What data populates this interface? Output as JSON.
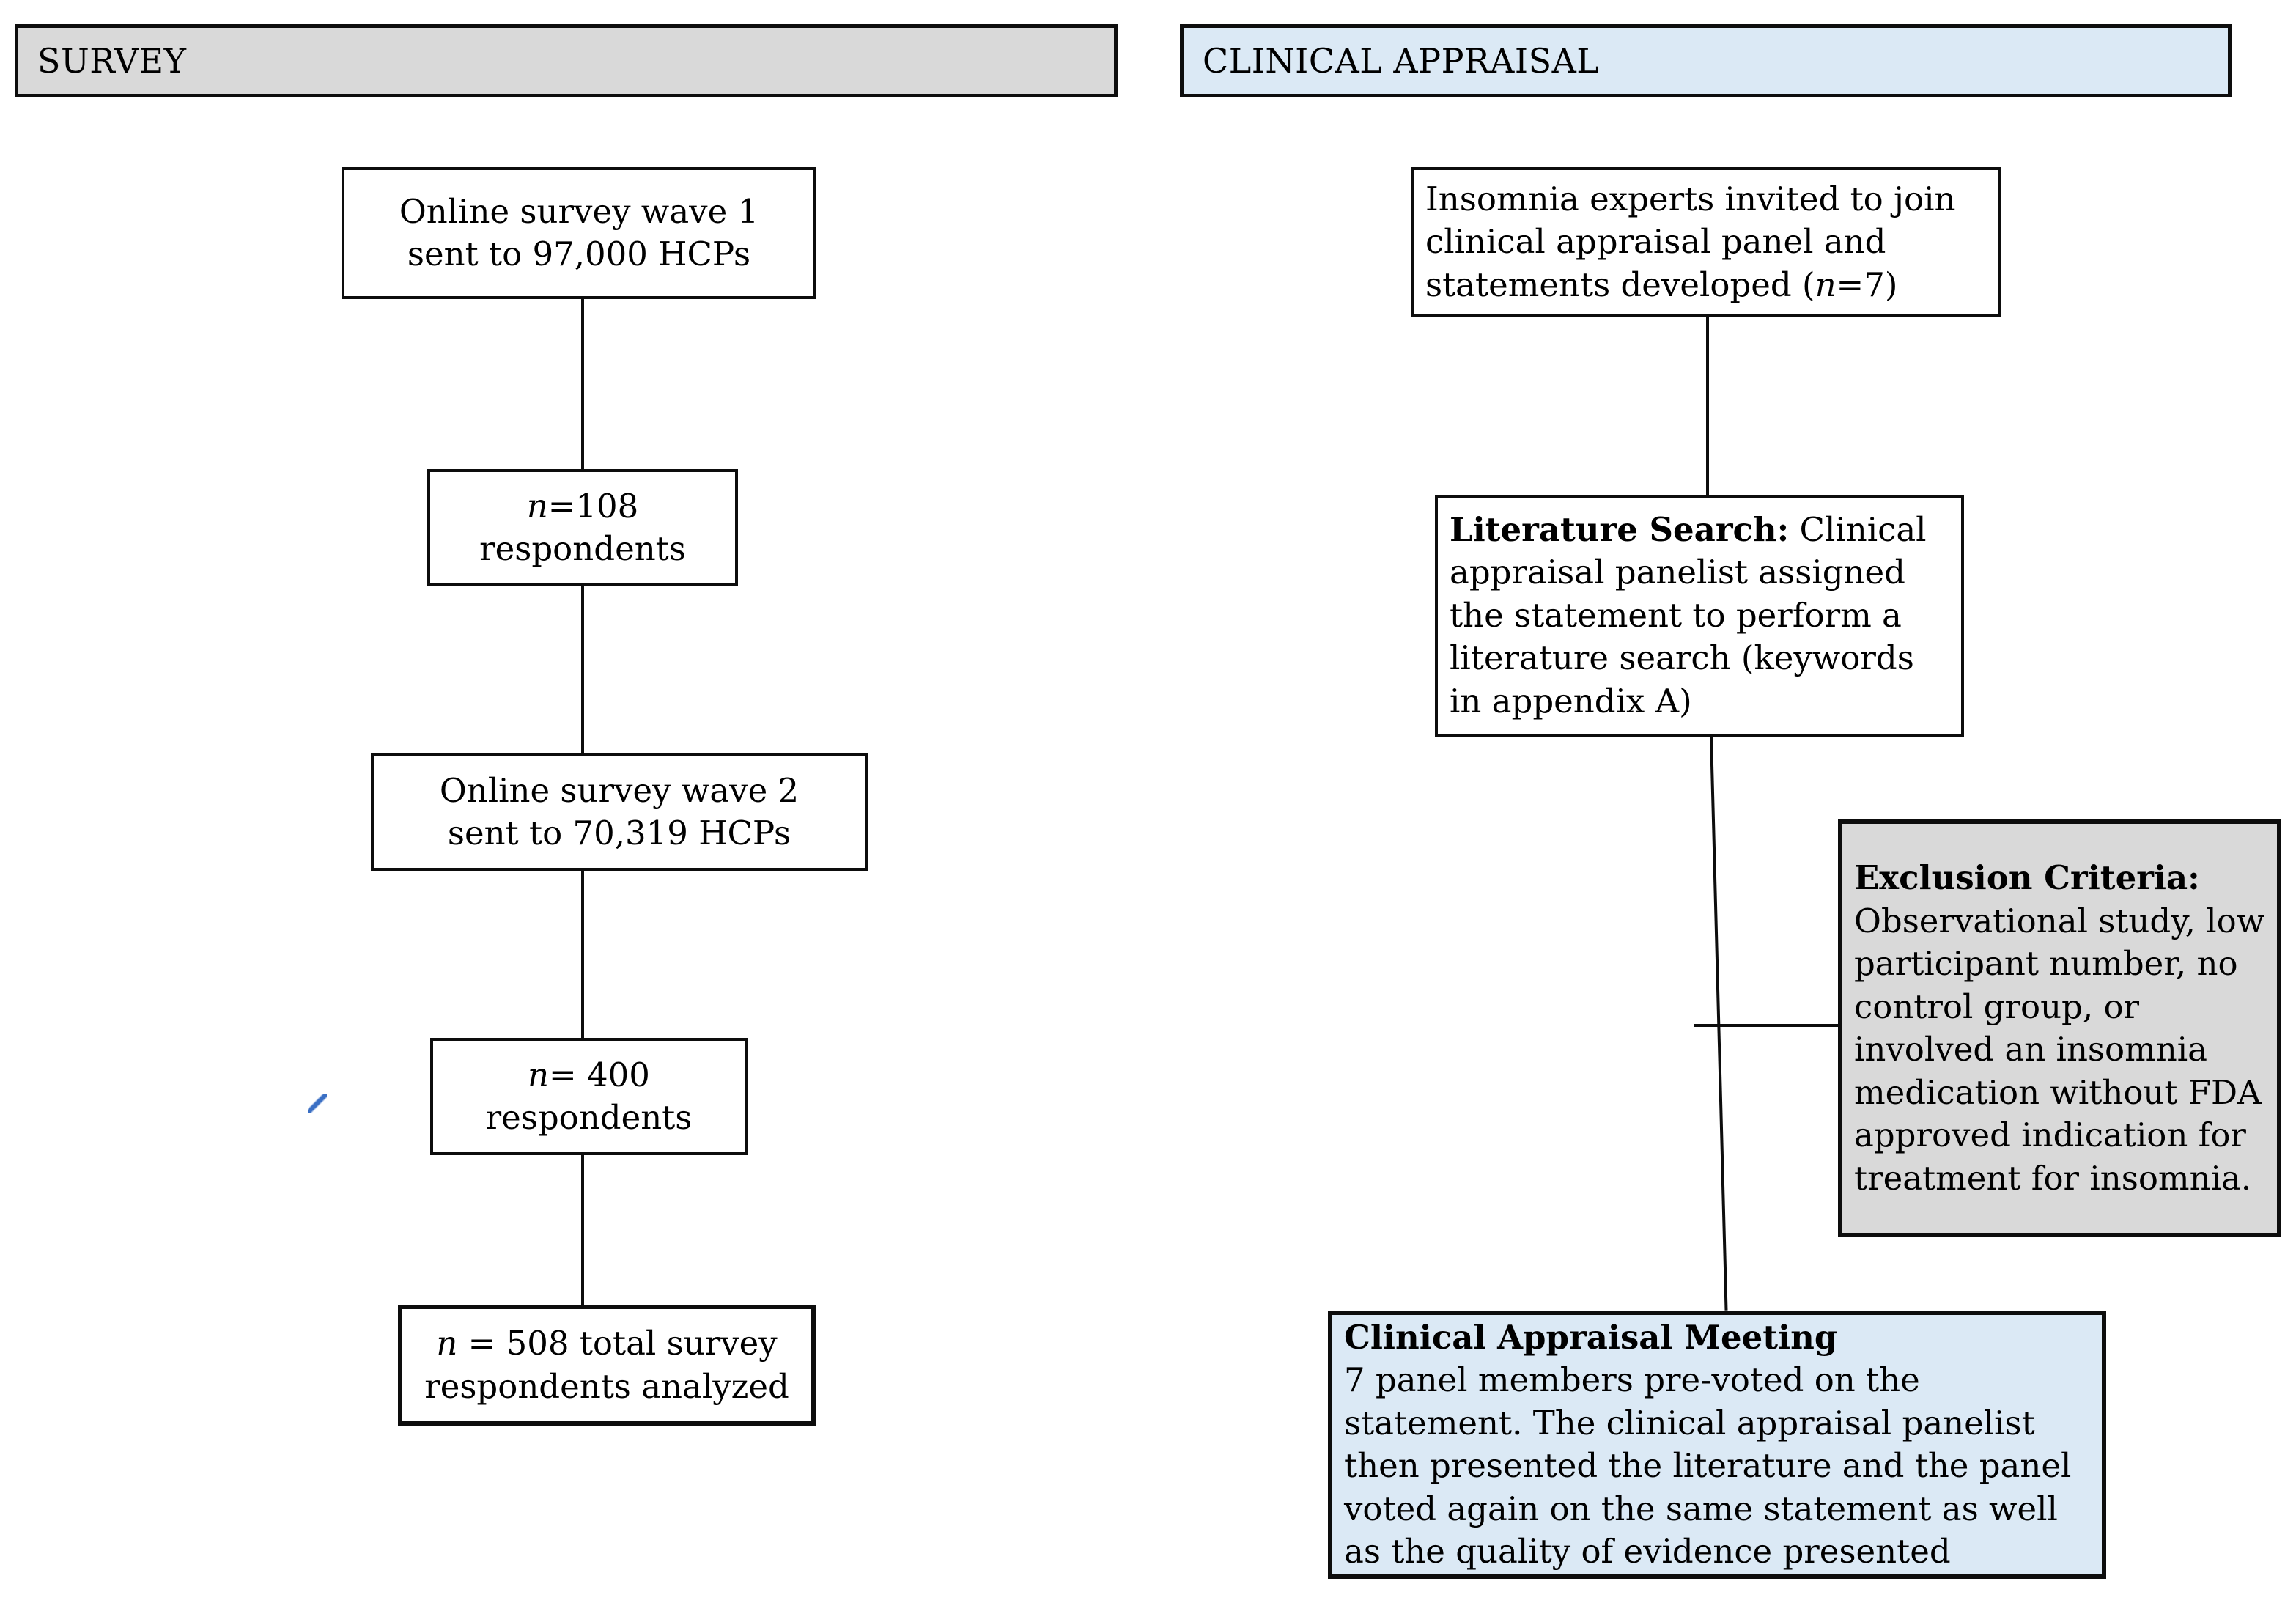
{
  "headers": {
    "survey": "SURVEY",
    "appraisal": "CLINICAL APPRAISAL"
  },
  "survey_column": {
    "wave1": {
      "line1": "Online survey wave 1",
      "line2": "sent to 97,000 HCPs"
    },
    "respondents1": {
      "n_symbol": "n",
      "line1_rest": "=108",
      "line2": "respondents"
    },
    "wave2": {
      "line1": "Online survey wave 2",
      "line2": "sent to 70,319 HCPs"
    },
    "respondents2": {
      "n_symbol": "n",
      "line1_rest": "= 400",
      "line2": "respondents"
    },
    "total": {
      "n_symbol": "n",
      "line1_rest": " = 508 total survey",
      "line2": "respondents analyzed"
    }
  },
  "appraisal_column": {
    "experts": {
      "text_before": "Insomnia experts invited to join clinical appraisal panel and statements developed (",
      "n_symbol": "n",
      "text_after": "=7)"
    },
    "literature_search": {
      "title": "Literature Search:",
      "body": " Clinical appraisal panelist assigned the statement to perform a literature search (keywords in appendix A)"
    },
    "exclusion_criteria": {
      "title": "Exclusion Criteria:",
      "body": "Observational study, low participant number, no control group, or involved an insomnia medication without FDA approved indication for treatment for insomnia."
    },
    "meeting": {
      "title": "Clinical Appraisal Meeting",
      "body": "7 panel members pre-voted on the statement. The clinical appraisal panelist then presented the literature and the panel voted again on the same statement as well as the quality of evidence presented"
    }
  },
  "colors": {
    "survey_banner_fill": "#d9d9d9",
    "appraisal_banner_fill": "#dbe9f5",
    "exclusion_fill": "#d9d9d9",
    "meeting_fill": "#dbe9f5",
    "border": "#0d0d0d"
  }
}
